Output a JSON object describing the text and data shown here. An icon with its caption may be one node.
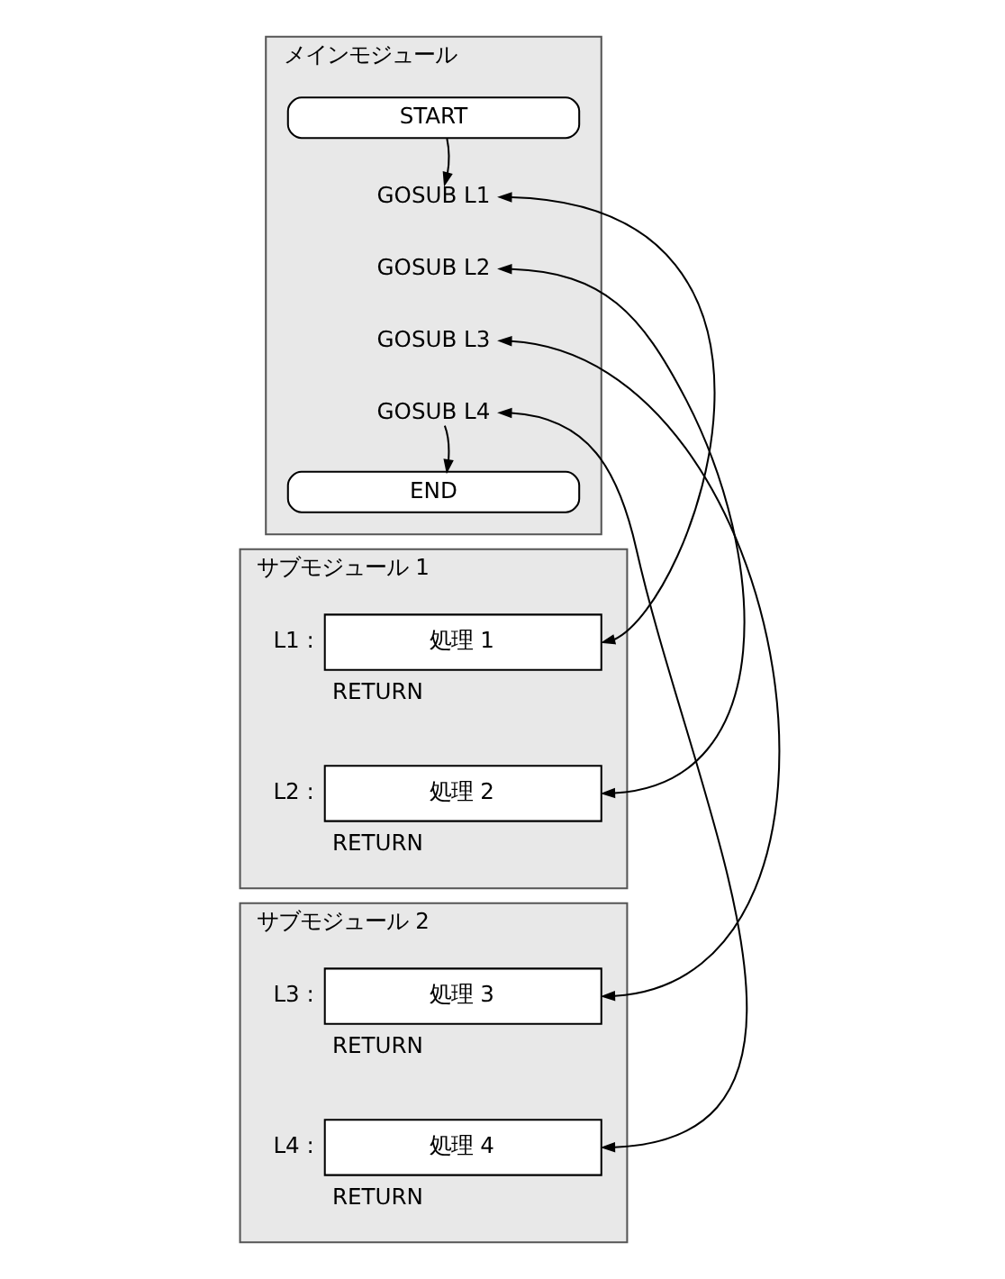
{
  "diagram": {
    "nodes": [
      {
        "text": [
          "メインモジュール"
        ]
      },
      {
        "text": [
          "START"
        ],
        "in": 0
      },
      {
        "text": [
          "GOSUB L1"
        ],
        "in": 0
      },
      {
        "text": [
          "GOSUB L2"
        ],
        "in": 0
      },
      {
        "text": [
          "GOSUB L3"
        ],
        "in": 0
      },
      {
        "text": [
          "GOSUB L4"
        ],
        "in": 0
      },
      {
        "text": [
          "END"
        ],
        "in": 0
      },
      {
        "text": [
          "サブモジュール 1"
        ]
      },
      {
        "text": [
          "処理 1"
        ],
        "in": 7,
        "beside": [
          "L1 :",
          "RETURN"
        ]
      },
      {
        "text": [
          "処理 2"
        ],
        "in": 7,
        "beside": [
          "L2 :",
          "RETURN"
        ]
      },
      {
        "text": [
          "サブモジュール 2"
        ]
      },
      {
        "text": [
          "処理 3"
        ],
        "in": 10,
        "beside": [
          "L3 :",
          "RETURN"
        ]
      },
      {
        "text": [
          "処理 4"
        ],
        "in": 10,
        "beside": [
          "L4 :",
          "RETURN"
        ]
      }
    ],
    "edges": [
      {
        "from": 1,
        "to": 2,
        "arrow": "to"
      },
      {
        "from": 5,
        "to": 6,
        "arrow": "to"
      },
      {
        "from": 2,
        "to": 8,
        "arrow": "both"
      },
      {
        "from": 3,
        "to": 9,
        "arrow": "both"
      },
      {
        "from": 4,
        "to": 11,
        "arrow": "both"
      },
      {
        "from": 5,
        "to": 12,
        "arrow": "both"
      }
    ]
  }
}
